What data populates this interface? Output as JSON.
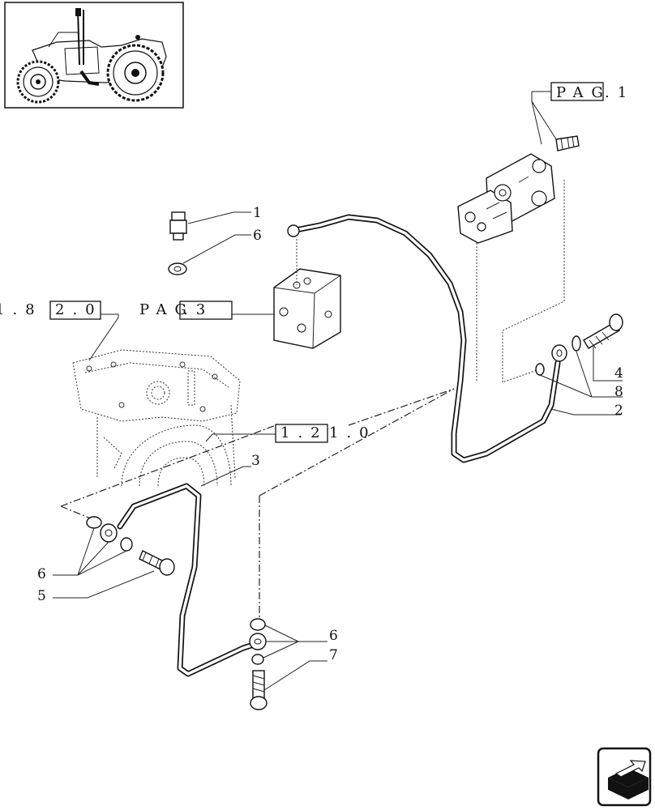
{
  "callouts": {
    "c1": "1",
    "c6_washer_top": "6",
    "c4": "4",
    "c8": "8",
    "c2": "2",
    "c3": "3",
    "c6_left": "6",
    "c5": "5",
    "c6_bottom": "6",
    "c7": "7"
  },
  "references": {
    "pag1_boxed": "PAG",
    "pag1_suffix": ".1",
    "ref_82_prefix": "1.8",
    "ref_82_boxed": "2.0",
    "pag3_prefix": "PAG",
    "pag3_boxed": ".3",
    "ref_121_boxed": "1.2",
    "ref_121_suffix": "1.0"
  },
  "icons": {
    "thumbnail": "tractor-thumbnail-icon",
    "nav": "next-page-arrow-icon"
  }
}
